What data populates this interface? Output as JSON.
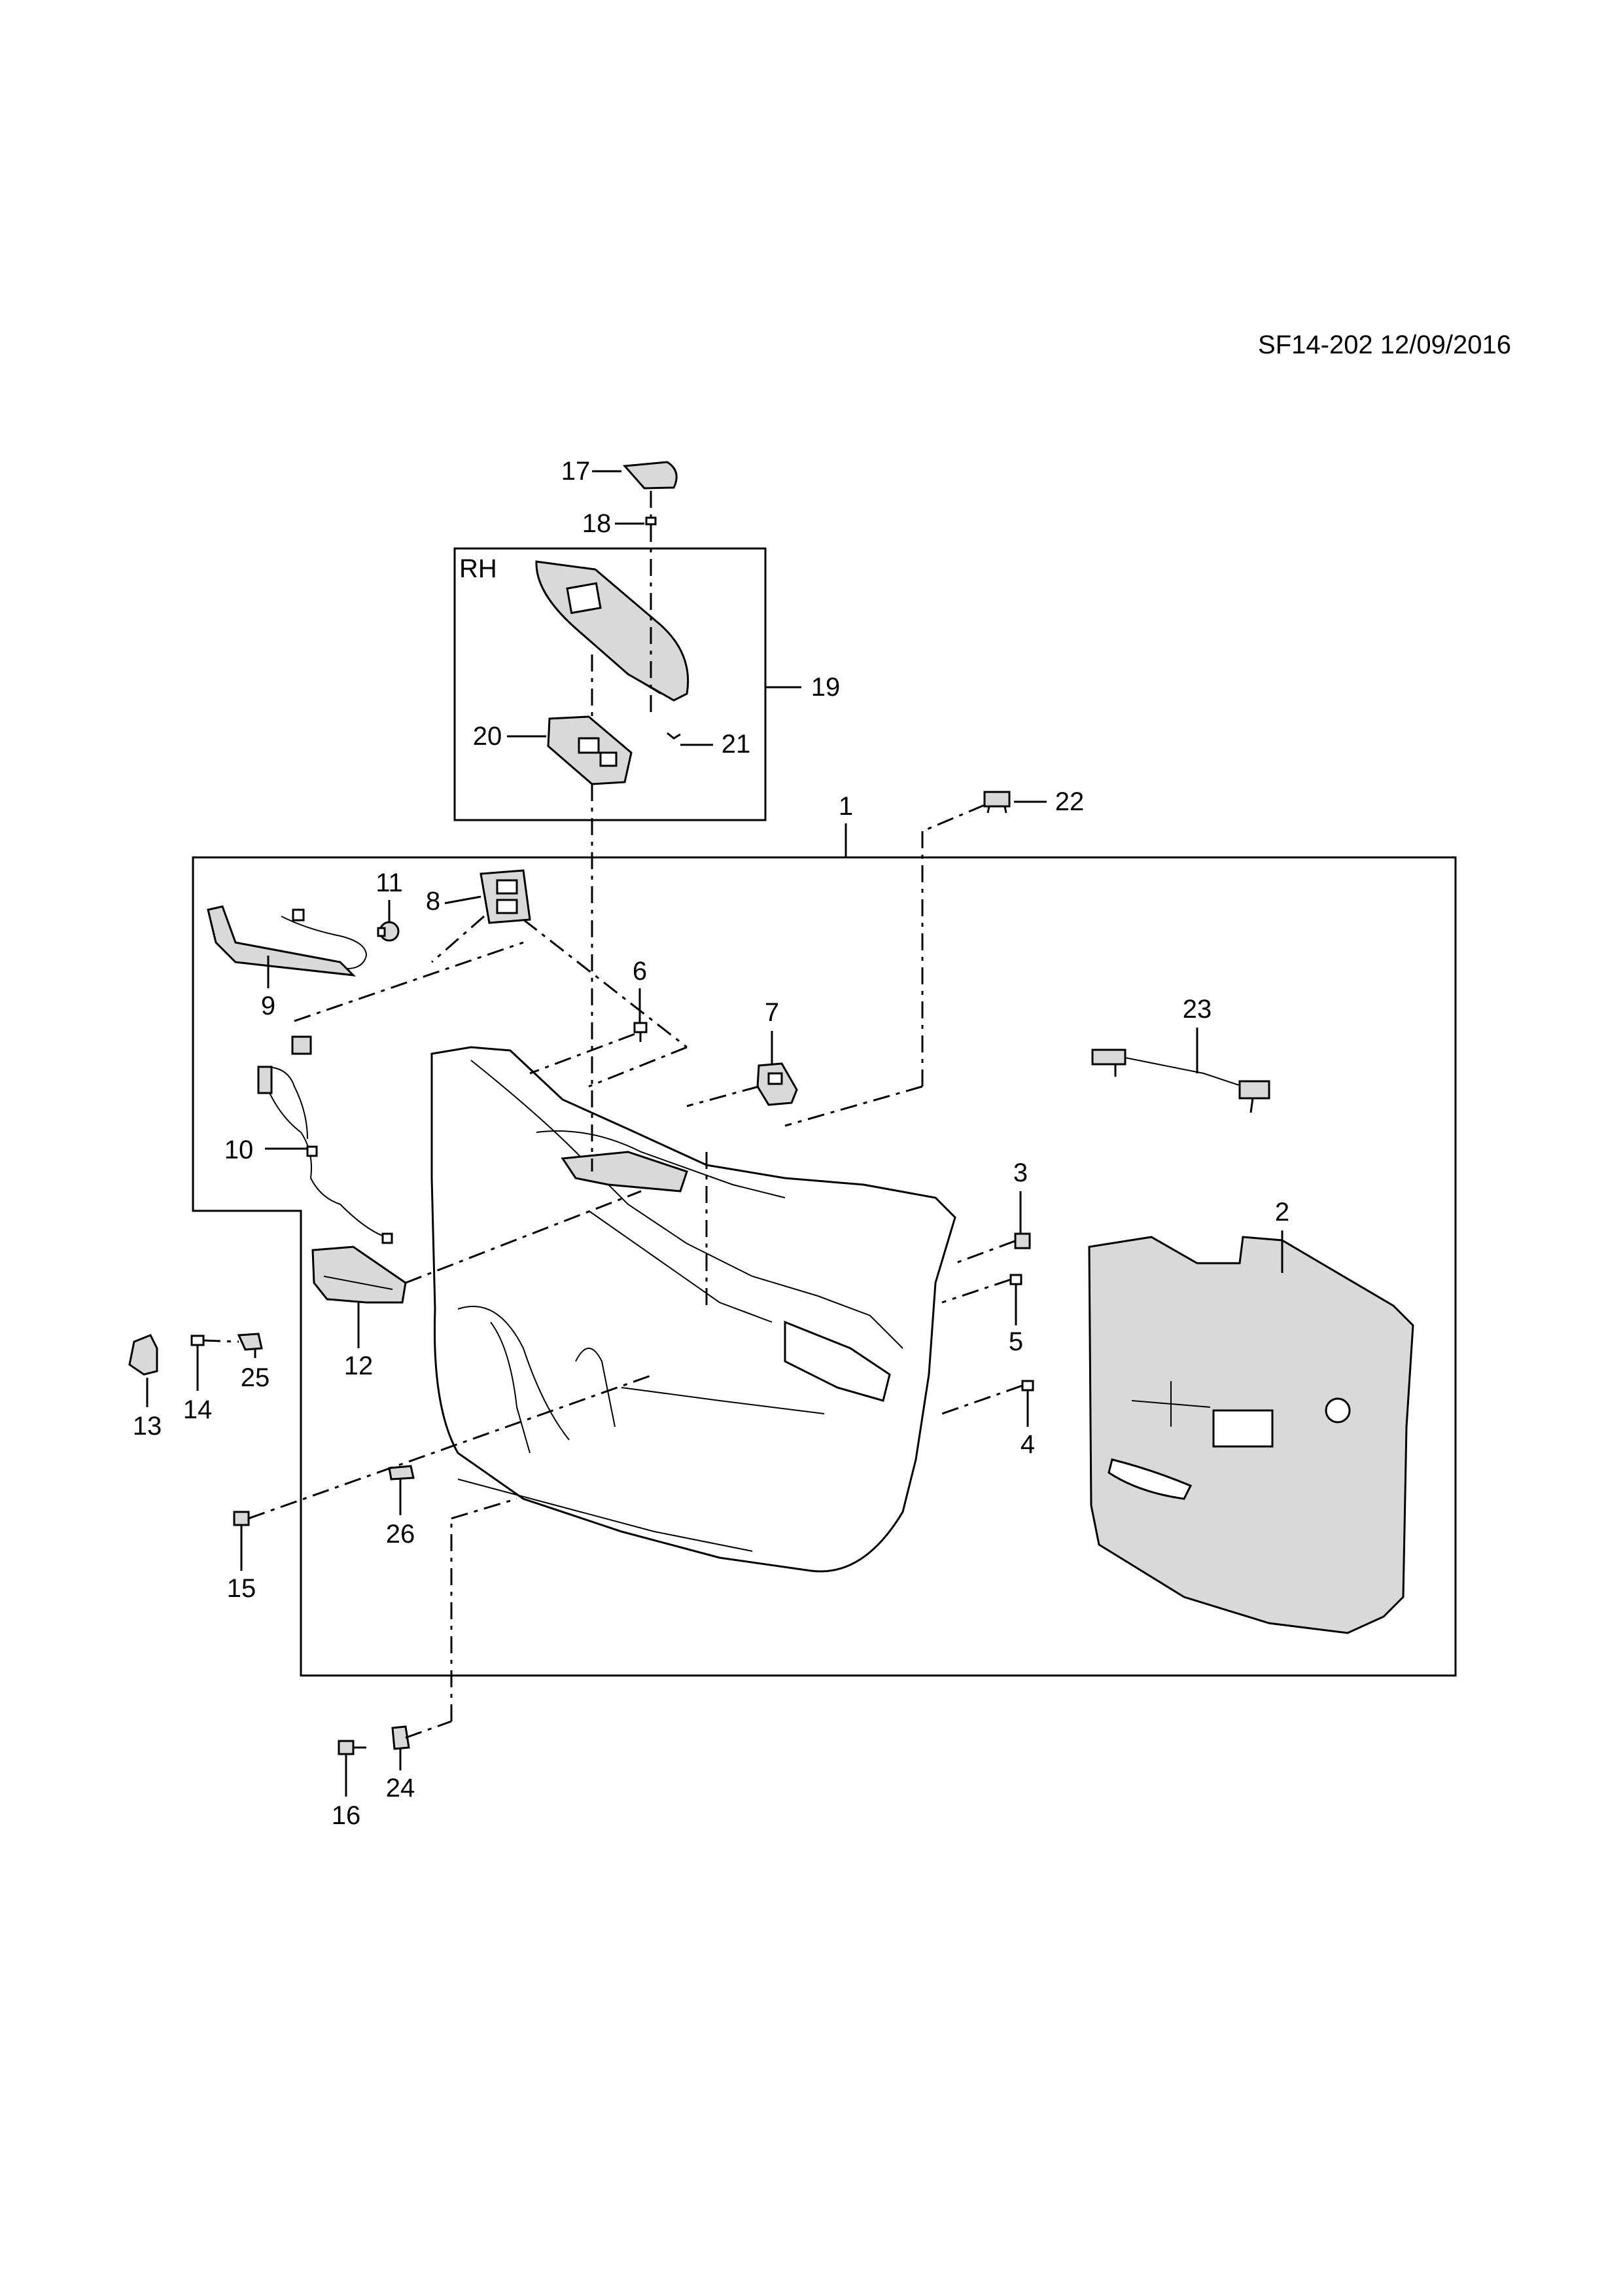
{
  "document": {
    "reference": "SF14-202 12/09/2016",
    "inset_label": "RH"
  },
  "callouts": {
    "c1": "1",
    "c2": "2",
    "c3": "3",
    "c4": "4",
    "c5": "5",
    "c6": "6",
    "c7": "7",
    "c8": "8",
    "c9": "9",
    "c10": "10",
    "c11": "11",
    "c12": "12",
    "c13": "13",
    "c14": "14",
    "c15": "15",
    "c16": "16",
    "c17": "17",
    "c18": "18",
    "c19": "19",
    "c20": "20",
    "c21": "21",
    "c22": "22",
    "c23": "23",
    "c24": "24",
    "c25": "25",
    "c26": "26"
  }
}
